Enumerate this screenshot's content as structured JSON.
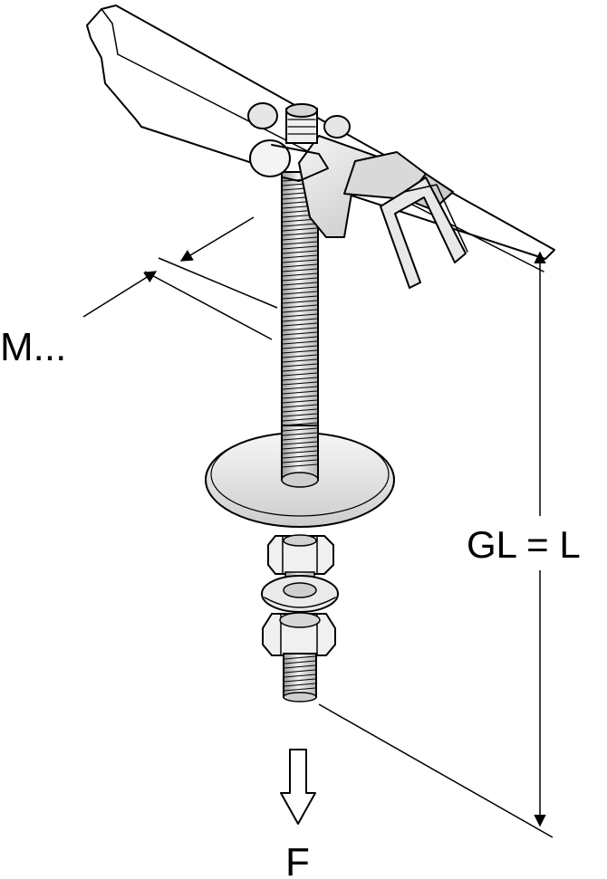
{
  "labels": {
    "thread_size": "M...",
    "length": "GL = L",
    "force": "F"
  },
  "colors": {
    "line": "#000000",
    "steel_light": "#ededed",
    "steel_mid": "#cfcfcf",
    "steel_dark": "#9a9a9a",
    "background": "#ffffff"
  }
}
